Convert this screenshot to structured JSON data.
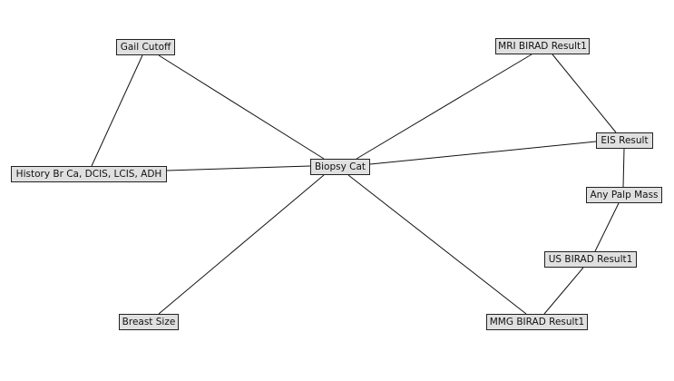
{
  "nodes": {
    "gail": "Gail Cutoff",
    "mri": "MRI BIRAD Result1",
    "eis": "EIS Result",
    "palp": "Any Palp Mass",
    "us": "US BIRAD Result1",
    "mmg": "MMG BIRAD Result1",
    "hist": "History Br Ca, DCIS, LCIS, ADH",
    "biopsy": "Biopsy Cat",
    "breast": "Breast Size"
  },
  "edges": [
    [
      "gail",
      "hist"
    ],
    [
      "gail",
      "biopsy"
    ],
    [
      "hist",
      "biopsy"
    ],
    [
      "biopsy",
      "mri"
    ],
    [
      "biopsy",
      "eis"
    ],
    [
      "biopsy",
      "mmg"
    ],
    [
      "biopsy",
      "breast"
    ],
    [
      "mri",
      "eis"
    ],
    [
      "eis",
      "palp"
    ],
    [
      "palp",
      "us"
    ],
    [
      "us",
      "mmg"
    ]
  ]
}
